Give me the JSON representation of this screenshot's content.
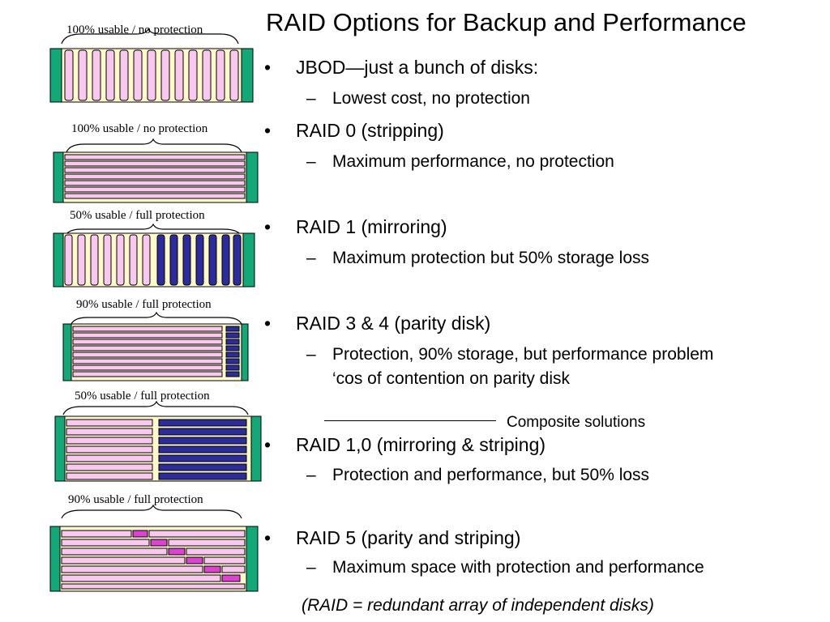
{
  "title": "RAID Options for Backup and Performance",
  "bullets": [
    {
      "label": "JBOD—just a bunch of disks:",
      "sub": [
        "Lowest cost, no protection"
      ]
    },
    {
      "label": "RAID 0 (stripping)",
      "sub": [
        "Maximum performance, no protection"
      ]
    },
    {
      "label": "RAID 1 (mirroring)",
      "sub": [
        "Maximum protection but 50% storage loss"
      ]
    },
    {
      "label": "RAID 3 & 4 (parity disk)",
      "sub": [
        "Protection, 90% storage, but performance problem",
        "‘cos of contention on parity disk"
      ]
    },
    {
      "label": "RAID 1,0 (mirroring & striping)",
      "sub": [
        "Protection and performance, but 50% loss"
      ]
    },
    {
      "label": "RAID 5 (parity and striping)",
      "sub": [
        "Maximum space with protection and performance"
      ]
    }
  ],
  "composite_label": "Composite solutions",
  "footnote": "(RAID = redundant array of independent disks)",
  "captions": [
    "100% usable / no protection",
    "100% usable / no protection",
    "50% usable / full protection",
    "90% usable / full protection",
    "50% usable / full protection",
    "90% usable / full protection"
  ],
  "colors": {
    "pink": "#f8c8f0",
    "cream": "#fffbc8",
    "green": "#12a878",
    "blue": "#2c2ca0",
    "magenta": "#e040d8"
  }
}
